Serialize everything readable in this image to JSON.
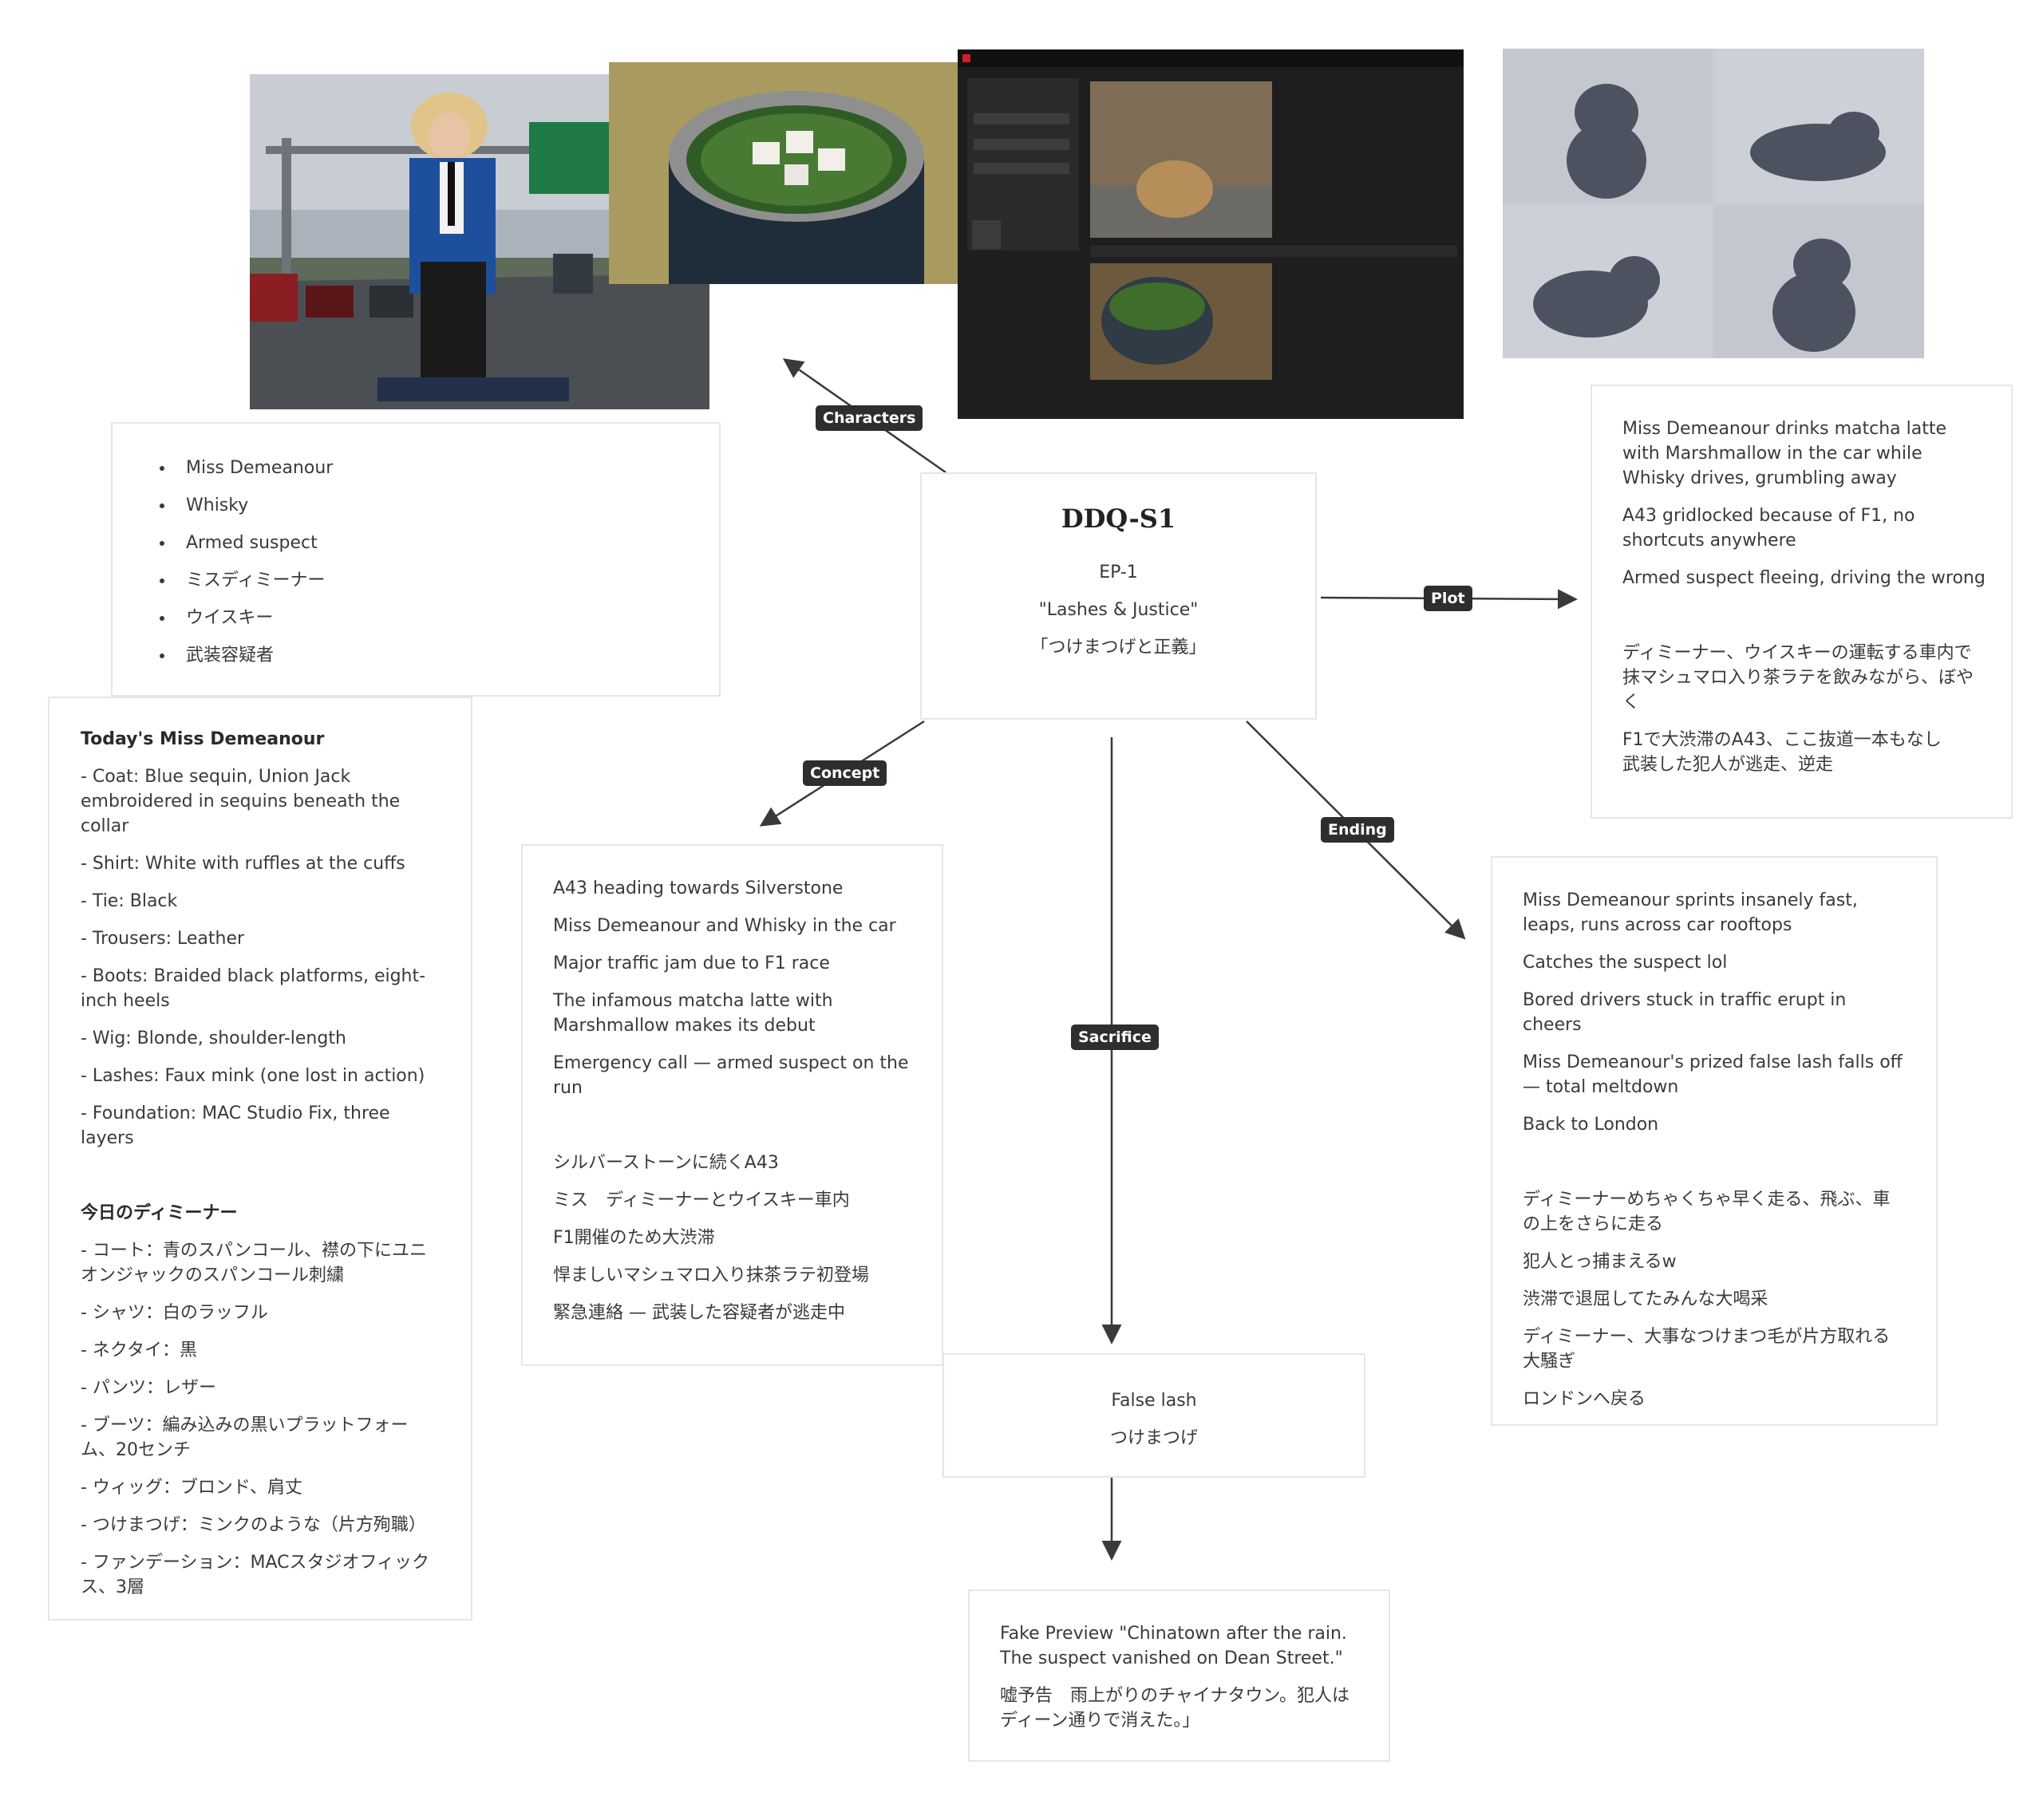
{
  "center": {
    "title": "DDQ-S1",
    "lines": [
      "EP-1",
      "\"Lashes & Justice\"",
      "「つけまつげと正義」"
    ]
  },
  "edges": {
    "characters": "Characters",
    "plot": "Plot",
    "concept": "Concept",
    "ending": "Ending",
    "sacrifice": "Sacrifice"
  },
  "characters": {
    "items": [
      "Miss Demeanour",
      "Whisky",
      "Armed suspect",
      "ミスディミーナー",
      "ウイスキー",
      "武装容疑者"
    ]
  },
  "outfit": {
    "en_title": "Today's Miss Demeanour",
    "en_lines": [
      "- Coat: Blue sequin, Union Jack embroidered in sequins beneath the collar",
      "- Shirt: White with ruffles at the cuffs",
      "- Tie: Black",
      "- Trousers: Leather",
      "- Boots: Braided black platforms, eight-inch heels",
      "- Wig: Blonde, shoulder-length",
      "- Lashes: Faux mink (one lost in action)",
      "- Foundation: MAC Studio Fix, three layers"
    ],
    "jp_title": "今日のディミーナー",
    "jp_lines": [
      "- コート：青のスパンコール、襟の下にユニオンジャックのスパンコール刺繍",
      "- シャツ：白のラッフル",
      "- ネクタイ：黒",
      "- パンツ：レザー",
      "- ブーツ：編み込みの黒いプラットフォーム、20センチ",
      "- ウィッグ：ブロンド、肩丈",
      "- つけまつげ：ミンクのような（片方殉職）",
      "- ファンデーション：MACスタジオフィックス、3層"
    ]
  },
  "plot": {
    "en": [
      "Miss Demeanour drinks matcha latte with Marshmallow  in the car while Whisky drives, grumbling away",
      "A43 gridlocked because of F1, no shortcuts anywhere",
      "Armed suspect fleeing, driving the wrong"
    ],
    "jp": [
      "ディミーナー、ウイスキーの運転する車内で抹マシュマロ入り茶ラテを飲みながら、ぼやく",
      "F1で大渋滞のA43、ここ抜道一本もなし 武装した犯人が逃走、逆走"
    ]
  },
  "concept": {
    "en": [
      "A43 heading towards Silverstone",
      "Miss Demeanour and Whisky in the car",
      "Major traffic jam due to F1 race",
      "The infamous matcha latte with Marshmallow makes its debut",
      "Emergency call — armed suspect on the run"
    ],
    "jp": [
      "シルバーストーンに続くA43",
      "ミス　ディミーナーとウイスキー車内",
      "F1開催のため大渋滞",
      "悍ましいマシュマロ入り抹茶ラテ初登場",
      "緊急連絡 — 武装した容疑者が逃走中"
    ]
  },
  "ending": {
    "en": [
      "Miss Demeanour sprints insanely fast, leaps, runs across car rooftops",
      "Catches the suspect lol",
      "Bored drivers stuck in traffic erupt in cheers",
      "Miss Demeanour's prized false lash falls off — total meltdown",
      "Back to London"
    ],
    "jp": [
      "ディミーナーめちゃくちゃ早く走る、飛ぶ、車の上をさらに走る",
      "犯人とっ捕まえるw",
      "渋滞で退屈してたみんな大喝采",
      "ディミーナー、大事なつけまつ毛が片方取れる大騒ぎ",
      "ロンドンへ戻る"
    ]
  },
  "sacrifice": {
    "lines": [
      "False lash",
      "つけまつげ"
    ]
  },
  "preview": {
    "en": "Fake Preview \"Chinatown after the rain. The suspect vanished on Dean Street.\"",
    "jp": "嘘予告　雨上がりのチャイナタウン。犯人はディーン通りで消えた。」"
  },
  "colors": {
    "badge": "#2f2e2c",
    "border": "#e6e6e6",
    "line": "#3a3a3a"
  }
}
